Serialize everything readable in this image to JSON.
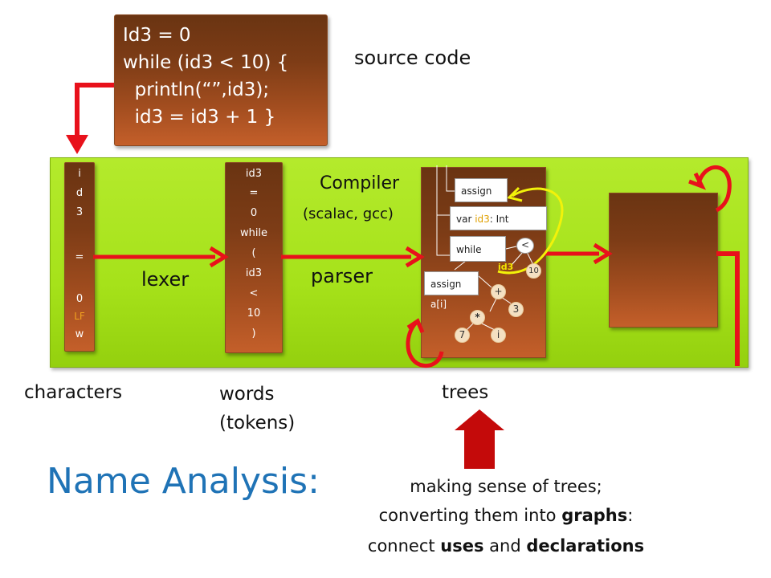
{
  "source_code": {
    "lines": [
      "Id3 = 0",
      "while (id3 < 10) {",
      "  println(“”,id3);",
      "  id3 = id3 + 1 }"
    ],
    "label": "source code"
  },
  "compiler": {
    "title": "Compiler",
    "subtitle": "(scalac, gcc)",
    "stage1": "lexer",
    "stage2": "parser"
  },
  "characters_column": [
    "i",
    "d",
    "3",
    "",
    "=",
    "",
    "0",
    "LF",
    "w"
  ],
  "tokens_column": [
    "id3",
    "=",
    "0",
    "while",
    "(",
    "id3",
    "<",
    "10",
    ")"
  ],
  "tree": {
    "assign1": "assign",
    "var_decl_prefix": "var ",
    "var_decl_name": "id3",
    "var_decl_suffix": ": Int",
    "while": "while",
    "assign2": "assign",
    "array_access": "a[i]",
    "lt": "<",
    "id3": "id3",
    "ten": "10",
    "plus": "+",
    "three": "3",
    "times": "*",
    "seven": "7",
    "i": "i"
  },
  "bottom_labels": {
    "characters": "characters",
    "words": "words",
    "tokens": "(tokens)",
    "trees": "trees"
  },
  "title": "Name Analysis:",
  "caption": {
    "line1": "making sense of trees;",
    "line2_a": "converting them into ",
    "line2_b": "graphs",
    "line2_c": ":",
    "line3_a": "connect ",
    "line3_b": "uses",
    "line3_c": " and ",
    "line3_d": "declarations"
  },
  "colors": {
    "accent_blue": "#1f73b6",
    "arrow_red": "#e8111b",
    "green_band": "#a6e21a",
    "brown_box": "#8b4219",
    "yellow_arrow": "#f2f20a",
    "dark_red_arrow": "#c40a0a"
  }
}
